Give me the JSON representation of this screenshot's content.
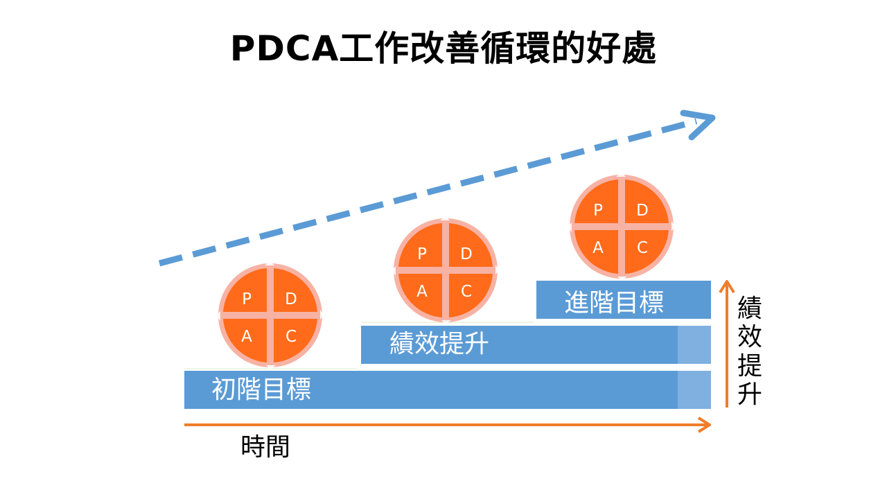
{
  "title": "PDCA工作改善循環的好處",
  "steps": [
    {
      "label": "初階目標"
    },
    {
      "label": "績效提升"
    },
    {
      "label": "進階目標"
    }
  ],
  "axis": {
    "time_label": "時間",
    "performance_label_chars": [
      "績",
      "效",
      "提",
      "升"
    ]
  },
  "pdca": {
    "letters": [
      "P",
      "D",
      "A",
      "C"
    ]
  },
  "colors": {
    "bar_blue": "#5b9bd5",
    "bar_blue_light": "#7fb0df",
    "circle_orange": "#ff6b1a",
    "circle_ring": "#f7b2a4",
    "arrow_orange": "#f07d2a",
    "trend_blue": "#5b9bd5"
  }
}
